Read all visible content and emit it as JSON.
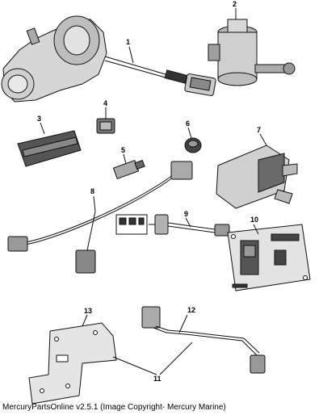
{
  "callouts": [
    "1",
    "2",
    "3",
    "4",
    "5",
    "6",
    "7",
    "8",
    "9",
    "10",
    "11",
    "12",
    "13"
  ],
  "caption": "MercuryPartsOnline v2.5.1 (Image Copyright- Mercury Marine)"
}
